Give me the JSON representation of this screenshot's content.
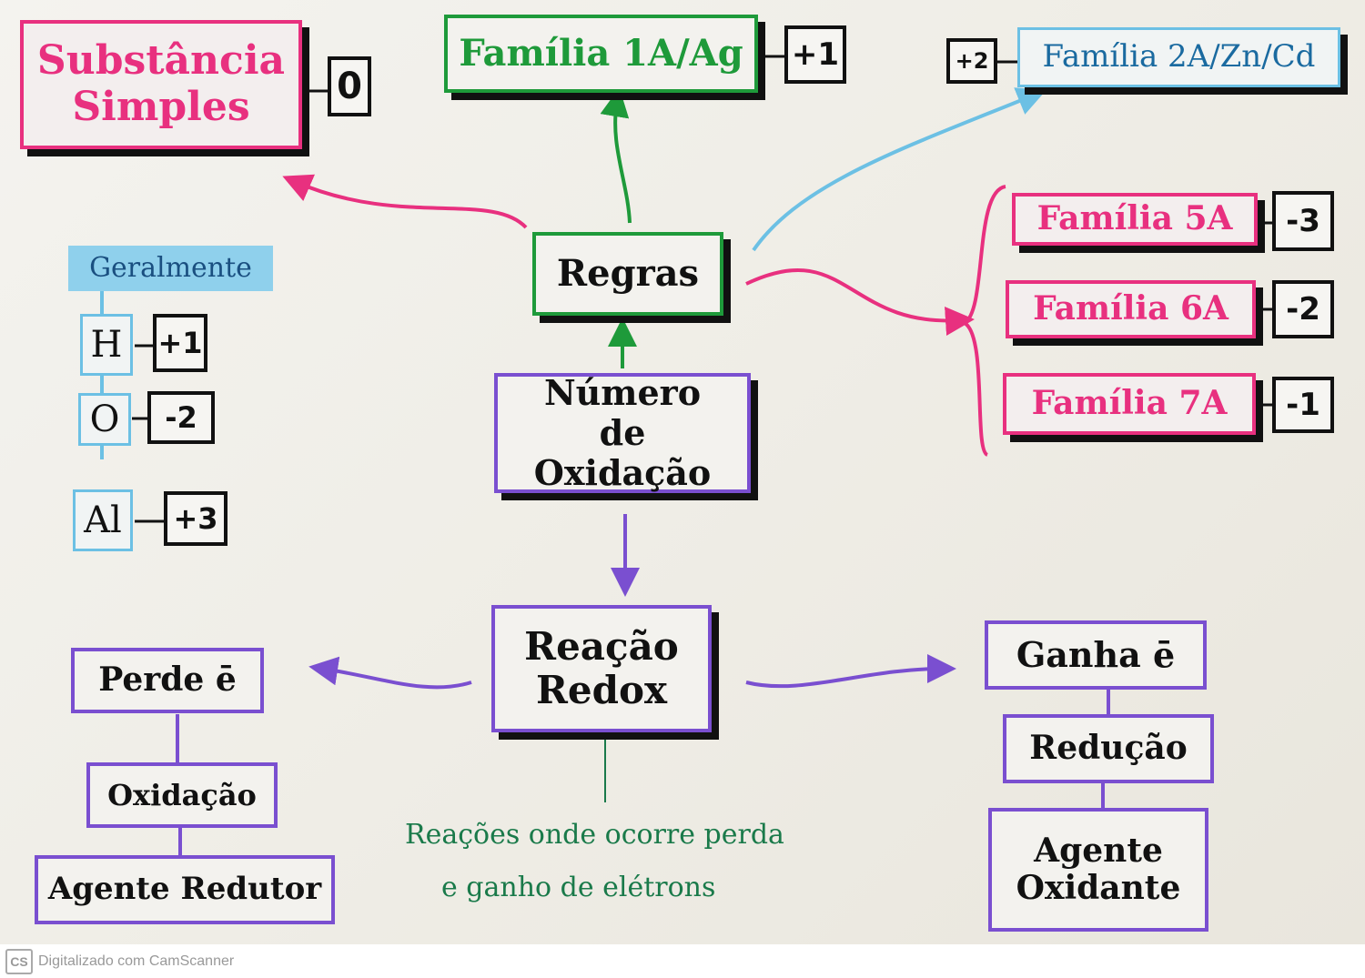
{
  "center": {
    "title": "Número de Oxidação"
  },
  "rules": {
    "title": "Regras"
  },
  "simple_substance": {
    "label": "Substância Simples",
    "value": "0"
  },
  "family_1a": {
    "label": "Família 1A/Ag",
    "value": "+1"
  },
  "family_2a": {
    "label": "Família 2A/Zn/Cd",
    "value": "+2"
  },
  "families": [
    {
      "label": "Família 5A",
      "value": "-3"
    },
    {
      "label": "Família 6A",
      "value": "-2"
    },
    {
      "label": "Família 7A",
      "value": "-1"
    }
  ],
  "generally": {
    "title": "Geralmente",
    "items": [
      {
        "element": "H",
        "value": "+1"
      },
      {
        "element": "O",
        "value": "-2"
      },
      {
        "element": "Al",
        "value": "+3"
      }
    ]
  },
  "redox": {
    "title": "Reação Redox",
    "description_line1": "Reações onde ocorre perda",
    "description_line2": "e ganho de elétrons",
    "left": [
      "Perde ē",
      "Oxidação",
      "Agente Redutor"
    ],
    "right": [
      "Ganha ē",
      "Redução",
      "Agente Oxidante"
    ]
  },
  "footer": {
    "logo": "CS",
    "text": "Digitalizado com CamScanner"
  },
  "colors": {
    "pink": "#e8307f",
    "green": "#1e9a3a",
    "purple": "#7a4fd0",
    "blue": "#6cc0e4"
  }
}
